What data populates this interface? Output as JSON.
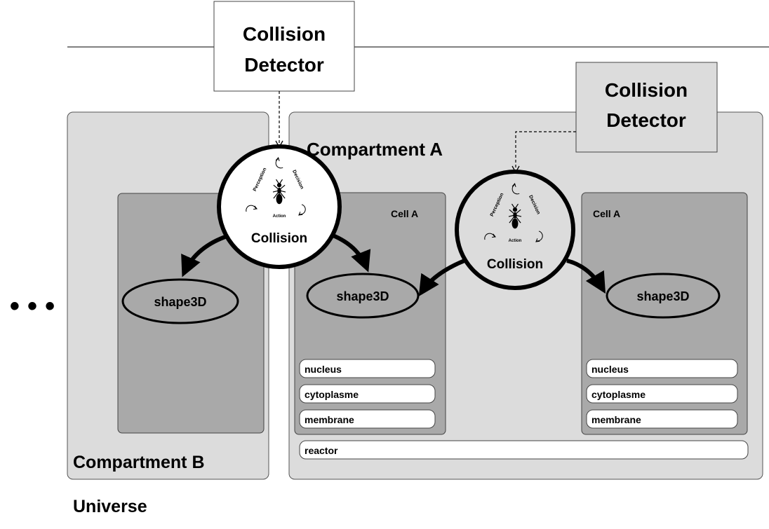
{
  "diagram": {
    "universe_label": "Universe",
    "ellipsis": "• • •",
    "detector_left": {
      "line1": "Collision",
      "line2": "Detector"
    },
    "detector_right": {
      "line1": "Collision",
      "line2": "Detector"
    },
    "compartment_a": {
      "label": "Compartment A",
      "reactor_label": "reactor",
      "collision": {
        "label": "Collision",
        "cycle": {
          "perception": "Perception",
          "decision": "Decision",
          "action": "Action"
        }
      },
      "cells": [
        {
          "label": "Cell A",
          "shape": "shape3D",
          "organelles": [
            "nucleus",
            "cytoplasme",
            "membrane"
          ]
        },
        {
          "label": "Cell A",
          "shape": "shape3D",
          "organelles": [
            "nucleus",
            "cytoplasme",
            "membrane"
          ]
        }
      ]
    },
    "compartment_b": {
      "label": "Compartment B",
      "shape": "shape3D"
    },
    "shared_collision": {
      "label": "Collision",
      "cycle": {
        "perception": "Perception",
        "decision": "Decision",
        "action": "Action"
      }
    }
  }
}
